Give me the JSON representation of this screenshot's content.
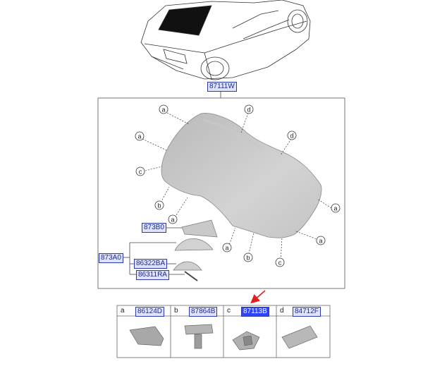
{
  "main_part_number": "87111W",
  "callout_letters": {
    "a": "a",
    "b": "b",
    "c": "c",
    "d": "d"
  },
  "component_labels": {
    "moulding_kit": "873B0",
    "assembly": "873A0",
    "clip_a": "86322BA",
    "clip_b": "86311RA"
  },
  "legend": [
    {
      "letter": "a",
      "part_number": "86124D",
      "selected": false
    },
    {
      "letter": "b",
      "part_number": "87864B",
      "selected": false
    },
    {
      "letter": "c",
      "part_number": "87113B",
      "selected": true
    },
    {
      "letter": "d",
      "part_number": "84712F",
      "selected": false
    }
  ],
  "colors": {
    "tag_fill": "#dfe3ff",
    "tag_border": "#2a3aa8",
    "selected_fill": "#2f44ff",
    "arrow": "#e02020"
  }
}
